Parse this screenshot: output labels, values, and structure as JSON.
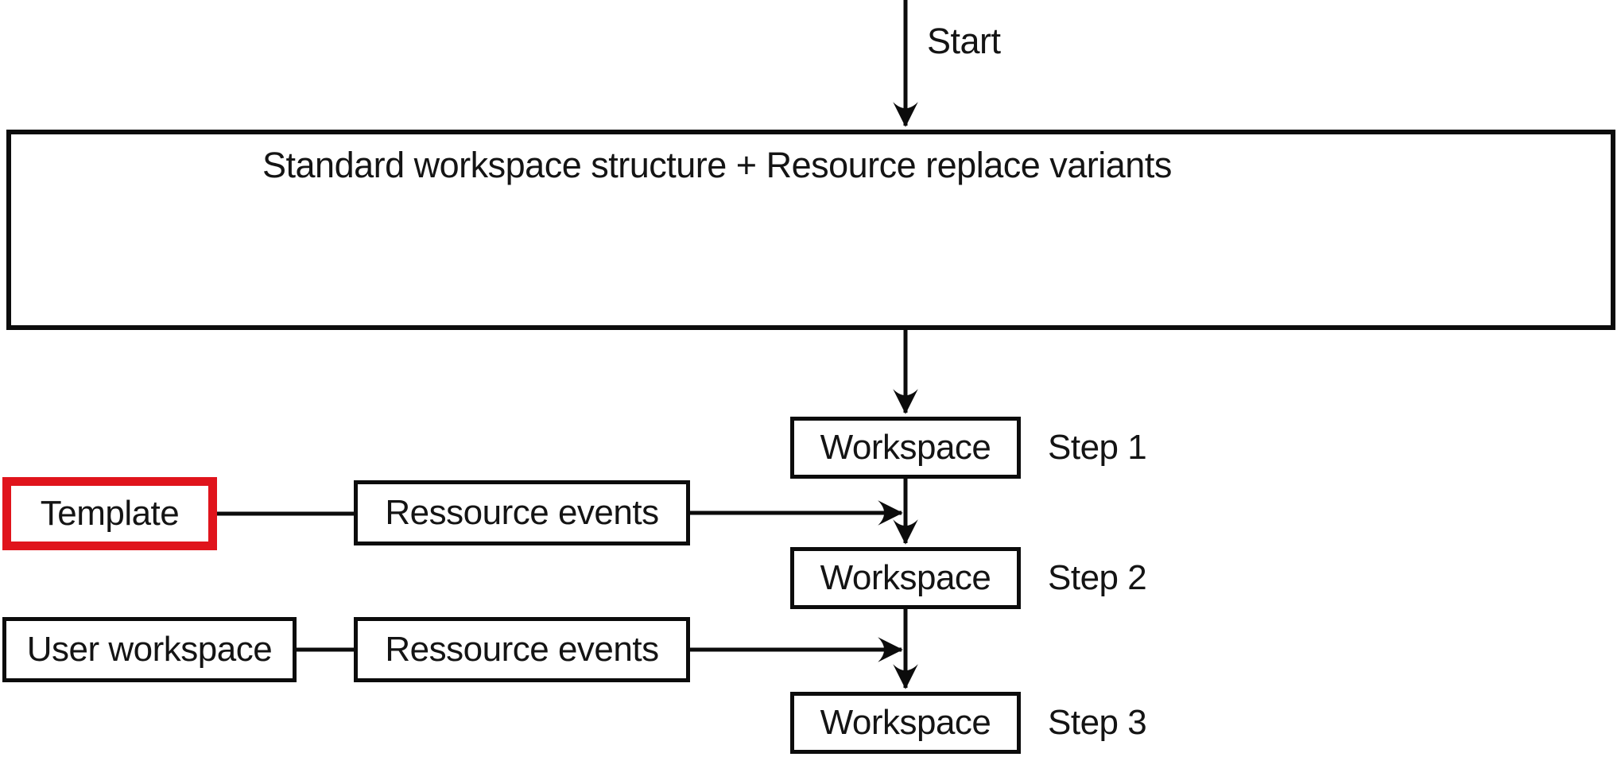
{
  "diagram": {
    "start_label": "Start",
    "main_box_label": "Standard workspace structure + Resource replace variants",
    "steps": [
      {
        "box_label": "Workspace",
        "step_label": "Step 1"
      },
      {
        "box_label": "Workspace",
        "step_label": "Step 2"
      },
      {
        "box_label": "Workspace",
        "step_label": "Step 3"
      }
    ],
    "template": {
      "label": "Template",
      "border_color": "#e0141c"
    },
    "user_workspace": {
      "label": "User workspace"
    },
    "resource_events": [
      {
        "label": "Ressource events"
      },
      {
        "label": "Ressource events"
      }
    ],
    "colors": {
      "line": "#0c0c0c",
      "text": "#141414",
      "highlight": "#e0141c",
      "background": "#ffffff"
    }
  }
}
